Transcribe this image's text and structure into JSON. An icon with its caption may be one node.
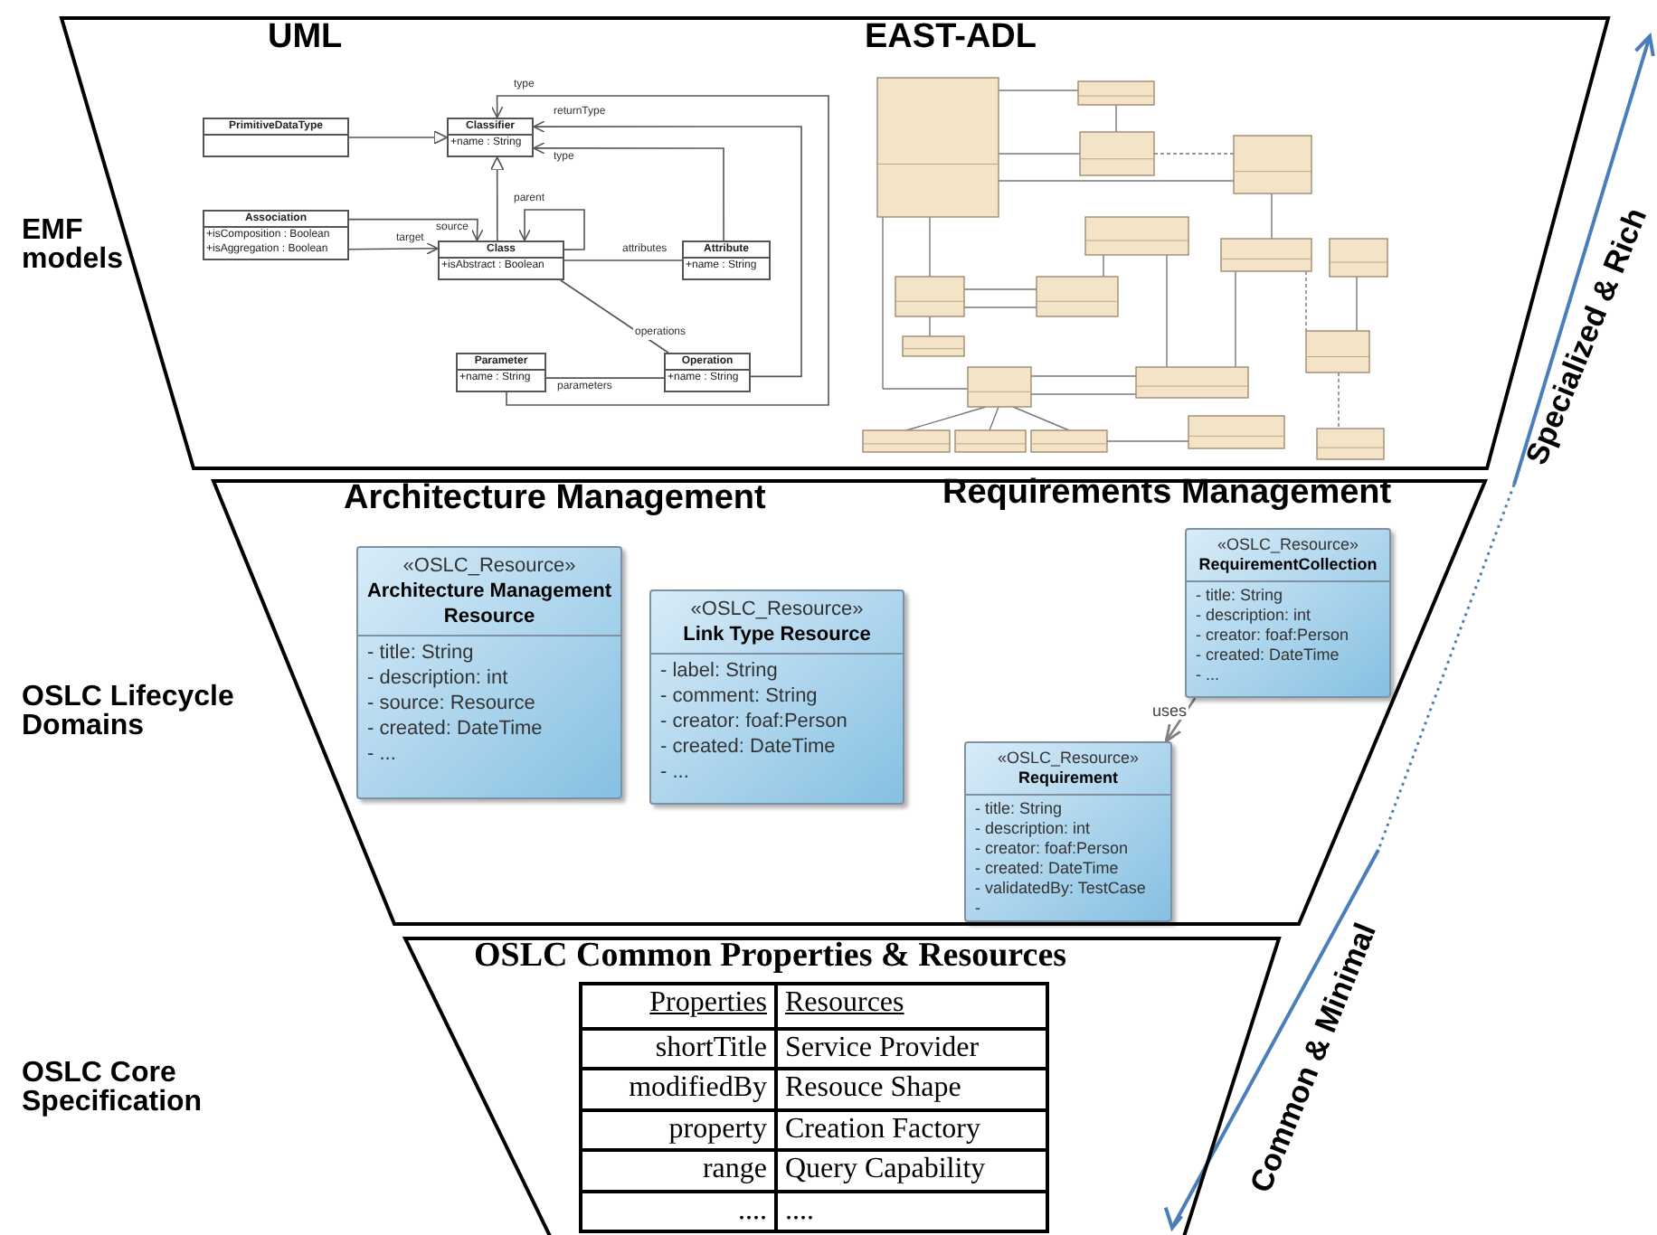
{
  "diagram": {
    "nodes": [
      {
        "text": [],
        "shape": "band"
      },
      {
        "text": [
          "PrimitiveDataType"
        ],
        "in": 0
      },
      {
        "text": [
          "Classifier",
          "+name : String"
        ],
        "in": 0
      },
      {
        "text": [
          "Association",
          "+isComposition : Boolean",
          "+isAggregation : Boolean"
        ],
        "in": 0
      },
      {
        "text": [
          "Class",
          "+isAbstract : Boolean"
        ],
        "in": 0
      },
      {
        "text": [
          "Attribute",
          "+name : String"
        ],
        "in": 0
      },
      {
        "text": [
          "Parameter",
          "+name : String"
        ],
        "in": 0
      },
      {
        "text": [
          "Operation",
          "+name : String"
        ],
        "in": 0
      },
      {
        "text": [],
        "shape": "band"
      },
      {
        "text": [
          "«OSLC_Resource»",
          "Architecture Management Resource",
          "- title: String",
          "- description: int",
          "- source: Resource",
          "- created: DateTime",
          "- ..."
        ],
        "in": 8
      },
      {
        "text": [
          "«OSLC_Resource»",
          "Link Type Resource",
          "- label: String",
          "- comment: String",
          "- creator: foaf:Person",
          "- created: DateTime",
          "- ..."
        ],
        "in": 8
      },
      {
        "text": [
          "«OSLC_Resource»",
          "RequirementCollection",
          "- title: String",
          "- description: int",
          "- creator: foaf:Person",
          "- created: DateTime",
          "- ..."
        ],
        "in": 8
      },
      {
        "text": [
          "«OSLC_Resource»",
          "Requirement",
          "- title: String",
          "- description: int",
          "- creator: foaf:Person",
          "- created: DateTime",
          "- validatedBy: TestCase",
          "-"
        ],
        "in": 8
      },
      {
        "text": [],
        "shape": "band"
      }
    ],
    "edges": [
      {
        "from": 1,
        "to": 2,
        "arrow": "to"
      },
      {
        "from": 4,
        "to": 2,
        "arrow": "to"
      },
      {
        "from": 3,
        "to": 4,
        "arrow": "to",
        "label": "source"
      },
      {
        "from": 3,
        "to": 4,
        "arrow": "to",
        "label": "target"
      },
      {
        "from": 4,
        "to": 4,
        "arrow": "to",
        "label": "parent"
      },
      {
        "from": 4,
        "to": 5,
        "arrow": "other",
        "label": "attributes"
      },
      {
        "from": 5,
        "to": 2,
        "arrow": "to",
        "label": "type"
      },
      {
        "from": 4,
        "to": 7,
        "arrow": "other",
        "label": "operations"
      },
      {
        "from": 7,
        "to": 6,
        "arrow": "other",
        "label": "parameters"
      },
      {
        "from": 7,
        "to": 2,
        "arrow": "to",
        "label": "returnType"
      },
      {
        "from": 6,
        "to": 2,
        "arrow": "to",
        "label": "type"
      },
      {
        "from": 11,
        "to": 12,
        "arrow": "to",
        "label": "uses",
        "color": "#808080"
      }
    ],
    "labels": [
      "UML",
      "EAST-ADL",
      "EMF models",
      "Architecture Management",
      "Requirements Management",
      "OSLC Lifecycle Domains",
      "OSLC Common Properties & Resources",
      "OSLC Core Specification",
      "Properties",
      "Resources",
      "shortTitle",
      "Service Provider",
      "modifiedBy",
      "Resouce Shape",
      "property",
      "Creation Factory",
      "range",
      "Query Capability",
      "....",
      "....",
      "Specialized & Rich",
      "Common & Minimal"
    ]
  }
}
